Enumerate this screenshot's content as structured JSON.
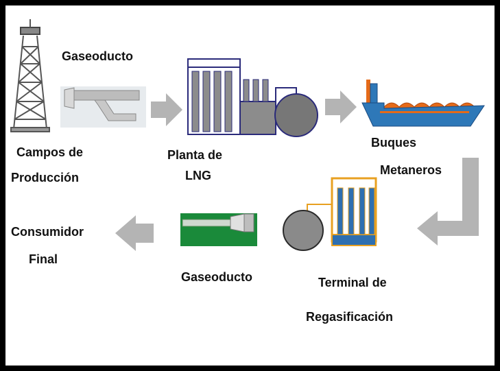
{
  "labels": {
    "gaseoducto_top": "Gaseoducto",
    "campos_line1": "Campos de",
    "campos_line2": "Producción",
    "planta_line1": "Planta  de",
    "planta_line2": "LNG",
    "buques_line1": "Buques",
    "buques_line2": "Metaneros",
    "consumidor_line1": "Consumidor",
    "consumidor_line2": "Final",
    "gaseoducto_bottom": "Gaseoducto",
    "terminal_line1": "Terminal de",
    "terminal_line2": "Regasificación"
  },
  "colors": {
    "frame": "#000000",
    "arrow": "#b4b4b4",
    "plant_outline": "#2a2a7a",
    "ship_hull": "#2e78b8",
    "ship_deck": "#e56a18",
    "pipeline_green": "#1a8a3a",
    "regas_orange": "#e8a020",
    "regas_blue": "#2e6fb0",
    "tank_gray": "#808080"
  }
}
